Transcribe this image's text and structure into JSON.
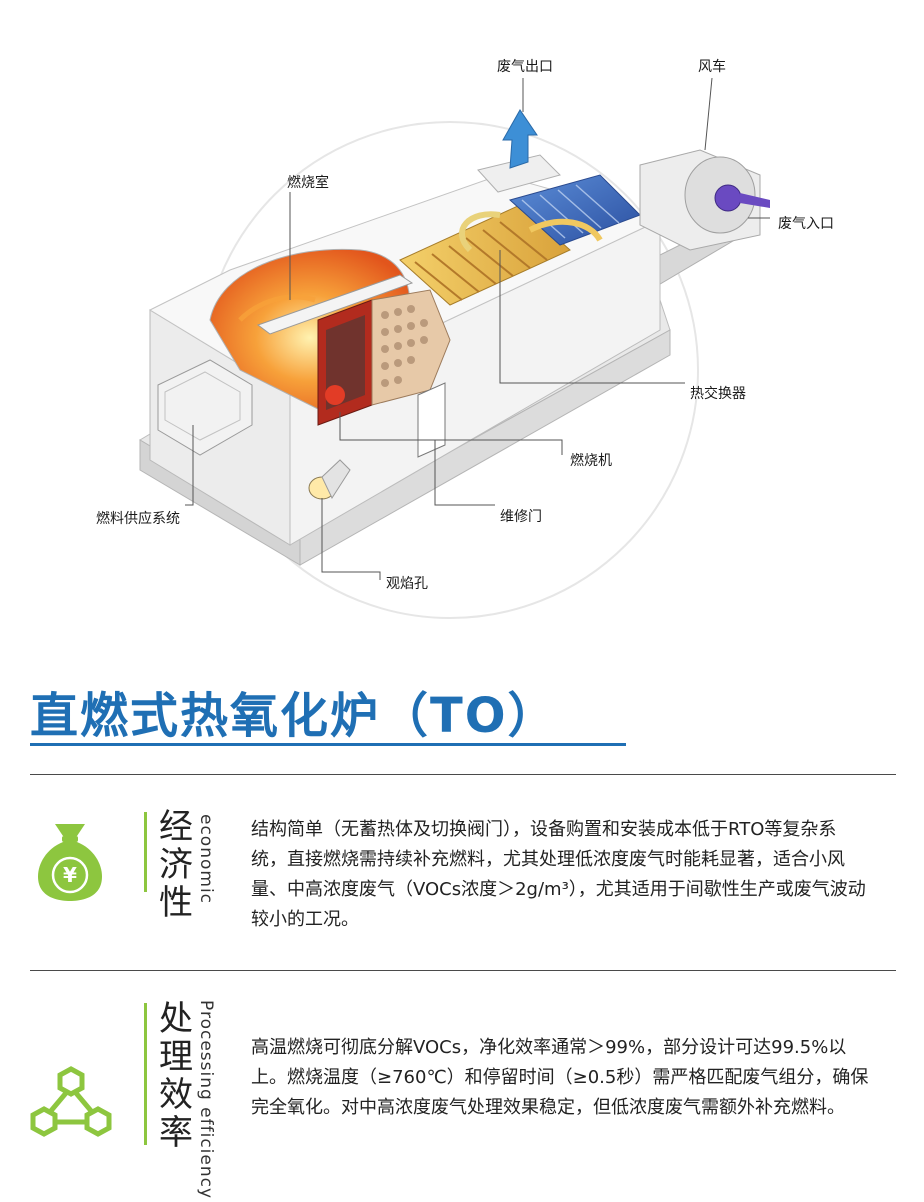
{
  "diagram": {
    "labels": {
      "exhaust_outlet": "废气出口",
      "fan": "风车",
      "combustion_chamber": "燃烧室",
      "exhaust_inlet": "废气入口",
      "heat_exchanger": "热交换器",
      "burner": "燃烧机",
      "fuel_supply": "燃料供应系统",
      "service_door": "维修门",
      "sight_hole": "观焰孔"
    }
  },
  "header": {
    "title": "直燃式热氧化炉（TO）"
  },
  "features": [
    {
      "name_lines": [
        "经",
        "济",
        "性"
      ],
      "name_en": "economic",
      "text": "结构简单（无蓄热体及切换阀门），设备购置和安装成本低于RTO等复杂系统，直接燃烧需持续补充燃料，尤其处理低浓度废气时能耗显著，适合小风量、中高浓度废气（VOCs浓度＞2g/m³），尤其适用于间歇性生产或废气波动较小的工况。",
      "icon": "money-bag-yen-icon"
    },
    {
      "name_lines": [
        "处",
        "理",
        "效",
        "率"
      ],
      "name_en": "Processing efficiency",
      "text": "高温燃烧可彻底分解VOCs，净化效率通常＞99%，部分设计可达99.5%以上。燃烧温度（≥760℃）和停留时间（≥0.5秒）需严格匹配废气组分，确保完全氧化。对中高浓度废气处理效果稳定，但低浓度废气需额外补充燃料。",
      "icon": "molecule-hexagon-icon"
    }
  ],
  "colors": {
    "accent_blue": "#1f6fb4",
    "accent_green": "#8dc63f"
  }
}
